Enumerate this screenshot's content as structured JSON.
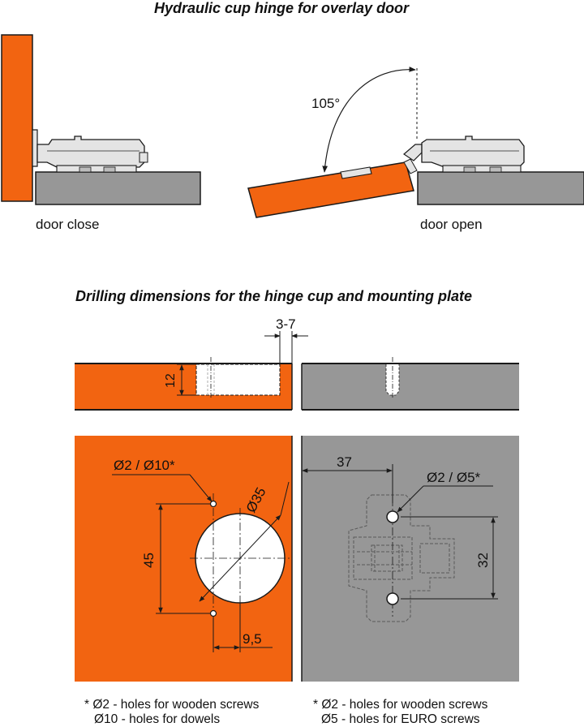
{
  "titles": {
    "top": "Hydraulic cup hinge for overlay door",
    "middle": "Drilling dimensions for the hinge cup and mounting plate"
  },
  "labels": {
    "door_close": "door close",
    "door_open": "door open",
    "angle": "105°"
  },
  "dimensions": {
    "edge_gap": "3-7",
    "cup_depth": "12",
    "screw_hole_diameter": "Ø2 / Ø10*",
    "cup_diameter": "Ø35",
    "hole_spacing": "45",
    "offset": "9,5",
    "plate_offset": "37",
    "plate_hole_diameter": "Ø2 / Ø5*",
    "plate_hole_spacing": "32"
  },
  "notes": {
    "left_line1": "* Ø2 - holes for wooden screws",
    "left_line2": "Ø10 - holes for dowels",
    "right_line1": "* Ø2 - holes for wooden screws",
    "right_line2": "Ø5 - holes for EURO screws"
  },
  "colors": {
    "door": "#f26411",
    "cabinet": "#979797",
    "metal": "#e4e4e4",
    "outline": "#1a1a1a"
  }
}
